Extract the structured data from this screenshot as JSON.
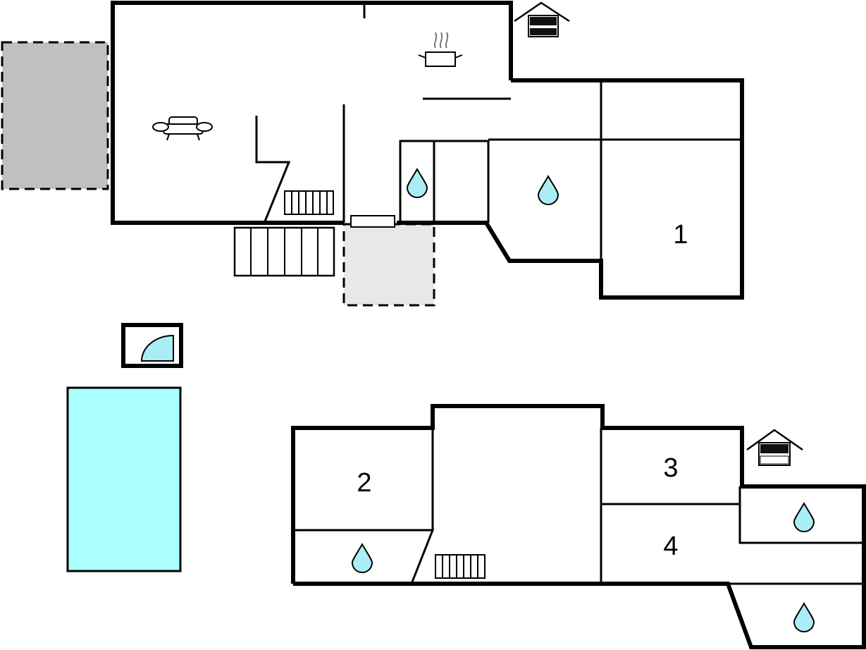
{
  "rooms": {
    "room_1": "1",
    "room_2": "2",
    "room_3": "3",
    "room_4": "4"
  },
  "colors": {
    "pool": "#aaffff",
    "water_drop": "#aaeef5",
    "terrace_dark": "#c0c0c0",
    "terrace_light": "#e8e8e8",
    "wall": "#000000"
  },
  "icons": [
    "sofa-icon",
    "cooking-pot-icon",
    "fireplace-icon",
    "water-drop-icon",
    "shower-icon",
    "stairs-icon",
    "radiator-icon",
    "pool"
  ]
}
